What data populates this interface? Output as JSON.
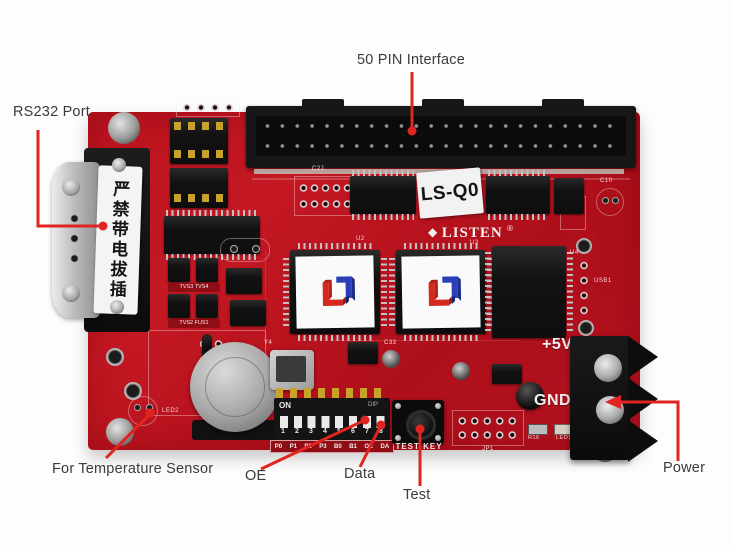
{
  "annotations": {
    "pin50_label": "50 PIN Interface",
    "rs232_label": "RS232 Port",
    "temp_label": "For Temperature Sensor",
    "oe_label": "OE",
    "data_label": "Data",
    "test_label": "Test",
    "power_label": "Power"
  },
  "board": {
    "model": "LS-Q0",
    "brand_mark": "◆",
    "brand": "LISTEN",
    "brand_reg": "®",
    "warning_cn": "严禁带电拔插",
    "power_pos": "+5V",
    "power_neg": "GND",
    "test_key": "TEST KEY",
    "dip": {
      "on": "ON",
      "dip_text": "DIP",
      "numbers": [
        "1",
        "2",
        "3",
        "4",
        "5",
        "6",
        "7",
        "8"
      ],
      "signals": [
        "P0",
        "P1",
        "P2",
        "P3",
        "B0",
        "B1",
        "OE",
        "DA"
      ]
    },
    "refs": {
      "c2j": "C2J",
      "u2": "U2",
      "u3": "U3",
      "u4": "U4",
      "y4": "Y4",
      "c33": "C33",
      "c10": "C10",
      "usb1": "USB1",
      "jp1": "JP1",
      "r16": "R16",
      "led1": "LED1",
      "led2": "LED2",
      "tvs_a": "TVS3 TVS4",
      "tvs_b": "TVS2 FUS1"
    }
  },
  "colors": {
    "pcb_red": "#b5121d",
    "arrow_red": "#e02520",
    "annotation_text": "#3b3b3b",
    "connector_black": "#141414",
    "label_white": "#f2f2f2",
    "logo_red": "#d42a1e",
    "logo_blue": "#2a3fb8"
  }
}
